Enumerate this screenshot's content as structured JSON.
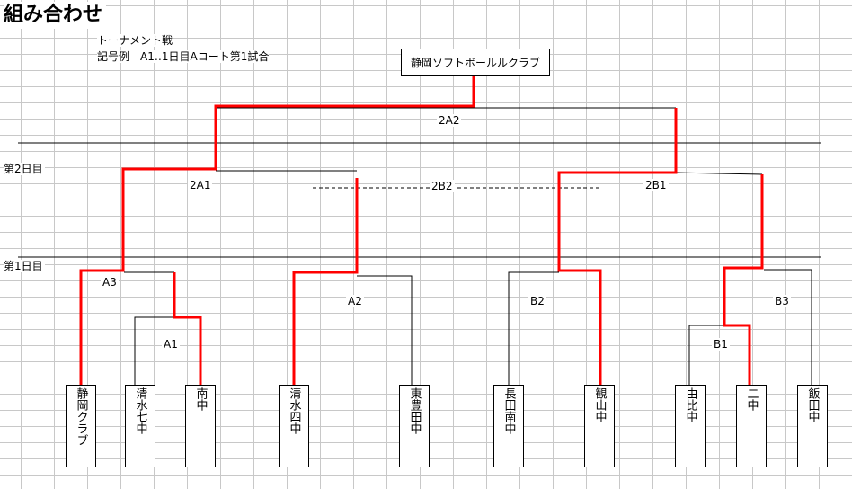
{
  "page": {
    "title": "組み合わせ",
    "subtitle": "トーナメント戦",
    "legend": "記号例　A1‥1日目Aコート第1試合"
  },
  "champion": "静岡ソフトボールルクラブ",
  "days": {
    "day2": "第2日目",
    "day1": "第1日目"
  },
  "matches": {
    "final": "2A2",
    "semi_left": "2A1",
    "semi_middle": "2B2",
    "semi_right": "2B1",
    "a3": "A3",
    "a1": "A1",
    "a2": "A2",
    "b2": "B2",
    "b3": "B3",
    "b1": "B1"
  },
  "teams": [
    {
      "name": "静岡クラブ"
    },
    {
      "name": "清水七中"
    },
    {
      "name": "南中"
    },
    {
      "name": "清水四中"
    },
    {
      "name": "東豊田中"
    },
    {
      "name": "長田南中"
    },
    {
      "name": "観山中"
    },
    {
      "name": "由比中"
    },
    {
      "name": "二中"
    },
    {
      "name": "飯田中"
    }
  ],
  "colors": {
    "winner_path": "#ff0000",
    "line": "#000000",
    "grid": "#c8c8c8"
  }
}
